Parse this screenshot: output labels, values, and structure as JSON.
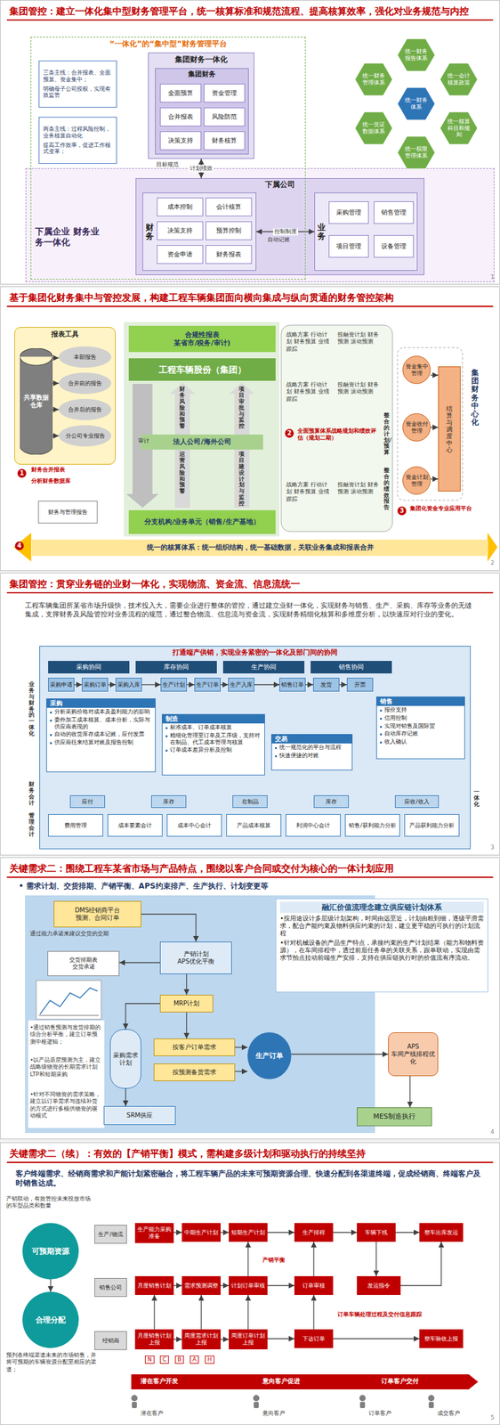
{
  "diagram": {
    "nodes": [
      {
        "text": [
          "集团管控：建立一体化集中型财务管理平台，统一核算标准和规范流程、提高核算效率，强化对业务规范与内控"
        ]
      },
      {
        "text": [
          "“一体化”的“集中型”财务管理平台"
        ],
        "in": 0
      },
      {
        "text": [
          "三条主线：合并报表、全面预算、资金集中；",
          "明确母子公司授权，实现有效监管"
        ],
        "in": 1
      },
      {
        "text": [
          "两条主线：过程风险控制，业务核算自动化",
          "提高工作效率，促进工作模式变革；"
        ],
        "in": 1
      },
      {
        "text": [
          "集团财务一体化"
        ],
        "in": 1
      },
      {
        "text": [
          "集团财务"
        ],
        "in": 4
      },
      {
        "text": [
          "全面预算"
        ],
        "in": 5
      },
      {
        "text": [
          "资金管理"
        ],
        "in": 5
      },
      {
        "text": [
          "合并报表"
        ],
        "in": 5
      },
      {
        "text": [
          "风险防范"
        ],
        "in": 5
      },
      {
        "text": [
          "决策支持"
        ],
        "in": 5
      },
      {
        "text": [
          "财务核算"
        ],
        "in": 5
      },
      {
        "text": [
          "下属企业 财务业务一体化"
        ],
        "in": 0
      },
      {
        "text": [
          "下属公司"
        ],
        "in": 12
      },
      {
        "text": [
          "财务"
        ],
        "in": 13
      },
      {
        "text": [
          "成本控制"
        ],
        "in": 14
      },
      {
        "text": [
          "会计核算"
        ],
        "in": 14
      },
      {
        "text": [
          "决策支持"
        ],
        "in": 14
      },
      {
        "text": [
          "预算控制"
        ],
        "in": 14
      },
      {
        "text": [
          "资金申请"
        ],
        "in": 14
      },
      {
        "text": [
          "财务报表"
        ],
        "in": 14
      },
      {
        "text": [
          "业务"
        ],
        "in": 13
      },
      {
        "text": [
          "采购管理"
        ],
        "in": 21
      },
      {
        "text": [
          "销售管理"
        ],
        "in": 21
      },
      {
        "text": [
          "项目管理"
        ],
        "in": 21
      },
      {
        "text": [
          "设备管理"
        ],
        "in": 21
      },
      {
        "text": [
          "统一财务体系"
        ],
        "in": 0
      },
      {
        "text": [
          "统一财务报告体系"
        ],
        "in": 0
      },
      {
        "text": [
          "统一会计核算政策"
        ],
        "in": 0
      },
      {
        "text": [
          "统一核算科目和规则"
        ],
        "in": 0
      },
      {
        "text": [
          "统一权限管理体系"
        ],
        "in": 0
      },
      {
        "text": [
          "统一凭证数据体系"
        ],
        "in": 0
      },
      {
        "text": [
          "统一财务管理体系"
        ],
        "in": 0
      },
      {
        "text": [
          "基于集团化财务集中与管控发展，构建工程车辆集团面向横向集成与纵向贯通的财务管控架构"
        ]
      },
      {
        "text": [
          "报表工具"
        ],
        "in": 33
      },
      {
        "text": [
          "共享数据仓库"
        ],
        "in": 34
      },
      {
        "text": [
          "本部报告"
        ],
        "in": 34
      },
      {
        "text": [
          "合并前的报告"
        ],
        "in": 34
      },
      {
        "text": [
          "合并后的报告"
        ],
        "in": 34
      },
      {
        "text": [
          "分公司专业报告"
        ],
        "in": 34
      },
      {
        "text": [
          "财务与管理报告"
        ],
        "in": 33
      },
      {
        "text": [
          "合规性报表",
          "某省市/税务/审计)"
        ],
        "in": 33
      },
      {
        "text": [
          "工程车辆股份（集团）"
        ],
        "in": 33
      },
      {
        "text": [
          "法人公司/海外公司"
        ],
        "in": 33
      },
      {
        "text": [
          "分支机构/业务单元（销售/生产基地）"
        ],
        "in": 33
      },
      {
        "text": [
          "资金集中管理"
        ],
        "in": 33
      },
      {
        "text": [
          "结算与调度中心"
        ],
        "in": 33
      },
      {
        "text": [
          "资金收付管理"
        ],
        "in": 33
      },
      {
        "text": [
          "资金计划管理"
        ],
        "in": 33
      },
      {
        "text": [
          "统一的核算体系：统一组织结构，统一基础数据，关联业务集成和报表合并"
        ],
        "in": 33
      },
      {
        "text": [
          "集团管控：贯穿业务链的业财一体化，实现物流、资金流、信息流统一"
        ]
      },
      {
        "text": [
          "打通端产供销，实现业务紧密的一体化及部门间的协同"
        ],
        "in": 50
      },
      {
        "text": [
          "采购协同"
        ],
        "in": 51
      },
      {
        "text": [
          "库存协同"
        ],
        "in": 51
      },
      {
        "text": [
          "生产协同"
        ],
        "in": 51
      },
      {
        "text": [
          "销售协同"
        ],
        "in": 51
      },
      {
        "text": [
          "采购申请"
        ],
        "in": 51
      },
      {
        "text": [
          "采购订单"
        ],
        "in": 51
      },
      {
        "text": [
          "采购入库"
        ],
        "in": 51
      },
      {
        "text": [
          "生产计划"
        ],
        "in": 51
      },
      {
        "text": [
          "生产订单"
        ],
        "in": 51
      },
      {
        "text": [
          "生产入库"
        ],
        "in": 51
      },
      {
        "text": [
          "销售订单"
        ],
        "in": 51
      },
      {
        "text": [
          "发货"
        ],
        "in": 51
      },
      {
        "text": [
          "开票"
        ],
        "in": 51
      },
      {
        "text": [
          "采购",
          "分析采购价格对成本及盈利能力的影响",
          "委外加工成本核算、成本分析，实际与供应商表现的",
          "自动的收货库存成本记账，应付发票",
          "供应商往来结算对账及报告控制"
        ],
        "in": 51
      },
      {
        "text": [
          "制造",
          "标准成本、订单成本核算",
          "精细化管理至订单及工序级，支持对在制品、代工成本管理与核算",
          "订单成本差异分析及控制"
        ],
        "in": 51
      },
      {
        "text": [
          "交易",
          "统一规范化的平台与流程",
          "快速便捷的对账"
        ],
        "in": 51
      },
      {
        "text": [
          "销售",
          "报价支持",
          "信用控制",
          "实现对销售及国际贸",
          "自动库存记账",
          "收入确认"
        ],
        "in": 51
      },
      {
        "text": [
          "应付"
        ],
        "in": 51
      },
      {
        "text": [
          "库存"
        ],
        "in": 51
      },
      {
        "text": [
          "在制品"
        ],
        "in": 51
      },
      {
        "text": [
          "库存"
        ],
        "in": 51
      },
      {
        "text": [
          "应收/收入"
        ],
        "in": 51
      },
      {
        "text": [
          "费用管理"
        ],
        "in": 51
      },
      {
        "text": [
          "成本要素会计"
        ],
        "in": 51
      },
      {
        "text": [
          "成本中心会计"
        ],
        "in": 51
      },
      {
        "text": [
          "产品成本核算"
        ],
        "in": 51
      },
      {
        "text": [
          "利润中心会计"
        ],
        "in": 51
      },
      {
        "text": [
          "销售/获利能力分析"
        ],
        "in": 51
      },
      {
        "text": [
          "产品获利能力分析"
        ],
        "in": 51
      },
      {
        "text": [
          "关键需求二：围绕工程车某省市场与产品特点，围绕以客户合同或交付为核心的一体计划应用"
        ]
      },
      {
        "text": [
          "融汇价值流理念建立供应链计划体系",
          "•按用途设计多层级计划架构，时间由远至近，计划由粗到细，逐级平滑需求，配合产能约束及物料供应约束的计划，建立更平稳的可执行的计划流程",
          "•针对机械设备的产品生产特点，承接约束的生产计划结果（能力和物料资源），在车间排程中，透过前后任务单的关联关系，跟单联动，实现由需求节拍点拉动前端生产安排，支持在供应链执行时的价值流有序流动。"
        ],
        "in": 81
      },
      {
        "text": [
          "DMS经销商平台",
          "预测、合同订单"
        ],
        "in": 81
      },
      {
        "text": [
          "交货排期表",
          "交货承诺"
        ],
        "in": 81
      },
      {
        "text": [
          "产销计划",
          "APS优化平衡"
        ],
        "in": 81
      },
      {
        "text": [
          "MRP计划"
        ],
        "in": 81
      },
      {
        "text": [
          "采购需求计划"
        ],
        "in": 81
      },
      {
        "text": [
          "按客户订单需求"
        ],
        "in": 81
      },
      {
        "text": [
          "按预测备货需求"
        ],
        "in": 81
      },
      {
        "text": [
          "生产订单"
        ],
        "in": 81
      },
      {
        "text": [
          "APS",
          "车间产线排程优化"
        ],
        "in": 81
      },
      {
        "text": [
          "MES制造执行"
        ],
        "in": 81
      },
      {
        "text": [
          "SRM供应"
        ],
        "in": 81
      },
      {
        "text": [
          "关键需求二（续）：有效的【产销平衡】模式，需构建多级计划和驱动执行的持续坚持"
        ]
      },
      {
        "text": [
          "可预期资源"
        ],
        "in": 94
      },
      {
        "text": [
          "合理分配"
        ],
        "in": 94
      },
      {
        "text": [
          "生产/物流"
        ],
        "in": 94
      },
      {
        "text": [
          "销售公司"
        ],
        "in": 94
      },
      {
        "text": [
          "经销商"
        ],
        "in": 94
      },
      {
        "text": [
          "生产能力采购准备"
        ],
        "in": 94
      },
      {
        "text": [
          "中期生产计划"
        ],
        "in": 94
      },
      {
        "text": [
          "短期生产计划"
        ],
        "in": 94
      },
      {
        "text": [
          "生产排程"
        ],
        "in": 94
      },
      {
        "text": [
          "车辆下线"
        ],
        "in": 94
      },
      {
        "text": [
          "整车出库发运"
        ],
        "in": 94
      },
      {
        "text": [
          "月度销售计划"
        ],
        "in": 94
      },
      {
        "text": [
          "需求预测调整"
        ],
        "in": 94
      },
      {
        "text": [
          "计划订单审核"
        ],
        "in": 94
      },
      {
        "text": [
          "订单审核"
        ],
        "in": 94
      },
      {
        "text": [
          "发运指令"
        ],
        "in": 94
      },
      {
        "text": [
          "月度销售计划上报"
        ],
        "in": 94
      },
      {
        "text": [
          "周度需求计划上报"
        ],
        "in": 94
      },
      {
        "text": [
          "周度订单计划上报"
        ],
        "in": 94
      },
      {
        "text": [
          "下达订单"
        ],
        "in": 94
      },
      {
        "text": [
          "整车验收上报"
        ],
        "in": 94
      }
    ],
    "edges": [
      {
        "from": 4,
        "to": 13,
        "arrow": "both",
        "label": "计划绩效"
      },
      {
        "from": 14,
        "to": 21,
        "arrow": "both",
        "label": "控制制度"
      },
      {
        "from": 35,
        "to": 36,
        "arrow": "to"
      },
      {
        "from": 35,
        "to": 37,
        "arrow": "to"
      },
      {
        "from": 35,
        "to": 38,
        "arrow": "to"
      },
      {
        "from": 35,
        "to": 39,
        "arrow": "to"
      },
      {
        "from": 45,
        "to": 46,
        "arrow": "to"
      },
      {
        "from": 47,
        "to": 46,
        "arrow": "to"
      },
      {
        "from": 48,
        "to": 46,
        "arrow": "to"
      },
      {
        "from": 56,
        "to": 57,
        "arrow": "to"
      },
      {
        "from": 57,
        "to": 58,
        "arrow": "to"
      },
      {
        "from": 58,
        "to": 59,
        "arrow": "to"
      },
      {
        "from": 59,
        "to": 60,
        "arrow": "to"
      },
      {
        "from": 60,
        "to": 61,
        "arrow": "to"
      },
      {
        "from": 61,
        "to": 62,
        "arrow": "to"
      },
      {
        "from": 62,
        "to": 63,
        "arrow": "to"
      },
      {
        "from": 63,
        "to": 64,
        "arrow": "to"
      },
      {
        "from": 83,
        "to": 85,
        "arrow": "to"
      },
      {
        "from": 85,
        "to": 84,
        "arrow": "to"
      },
      {
        "from": 85,
        "to": 86,
        "arrow": "to"
      },
      {
        "from": 86,
        "to": 88,
        "arrow": "to"
      },
      {
        "from": 86,
        "to": 87,
        "arrow": "to"
      },
      {
        "from": 88,
        "to": 90,
        "arrow": "to"
      },
      {
        "from": 89,
        "to": 90,
        "arrow": "to"
      },
      {
        "from": 87,
        "to": 93,
        "arrow": "to"
      },
      {
        "from": 90,
        "to": 91,
        "arrow": "to"
      },
      {
        "from": 91,
        "to": 92,
        "arrow": "to"
      },
      {
        "from": 95,
        "to": 96,
        "arrow": "to"
      },
      {
        "from": 100,
        "to": 101,
        "arrow": "to"
      },
      {
        "from": 101,
        "to": 102,
        "arrow": "to"
      },
      {
        "from": 102,
        "to": 103,
        "arrow": "to"
      },
      {
        "from": 103,
        "to": 104,
        "arrow": "to"
      },
      {
        "from": 104,
        "to": 105,
        "arrow": "to"
      },
      {
        "from": 106,
        "to": 107,
        "arrow": "to"
      },
      {
        "from": 107,
        "to": 108,
        "arrow": "to"
      },
      {
        "from": 108,
        "to": 109,
        "arrow": "to"
      },
      {
        "from": 111,
        "to": 112,
        "arrow": "to"
      },
      {
        "from": 112,
        "to": 113,
        "arrow": "to"
      },
      {
        "from": 113,
        "to": 114,
        "arrow": "to"
      },
      {
        "from": 114,
        "to": 115,
        "arrow": "to"
      },
      {
        "from": 111,
        "to": 106,
        "arrow": "to"
      },
      {
        "from": 112,
        "to": 107,
        "arrow": "to"
      },
      {
        "from": 113,
        "to": 108,
        "arrow": "to"
      },
      {
        "from": 114,
        "to": 109,
        "arrow": "to"
      },
      {
        "from": 108,
        "to": 102,
        "arrow": "to"
      },
      {
        "from": 109,
        "to": 103,
        "arrow": "to"
      },
      {
        "from": 104,
        "to": 110,
        "arrow": "to"
      },
      {
        "from": 110,
        "to": 105,
        "arrow": "to"
      }
    ],
    "labels": [
      "1",
      "目标规范",
      "自动记账",
      "1",
      "财务合并报表",
      "分析财务数据库",
      "审计",
      "财务风险和预警",
      "项目审批与监控",
      "运营风险和预警",
      "项目建设计划与监控",
      "战略方案 行动计划 财务预算 业绩跟踪",
      "投融资计划 财务预测 滚动预测",
      "战略方案 行动计划 财务预算 业绩跟踪",
      "投融资计划 财务预测 滚动预测",
      "战略方案 行动计划 财务预算 业绩跟踪",
      "投融资计划 财务预测 滚动预测",
      "整合的计划/预算",
      "整合的绩效报告",
      "2",
      "全面预算体系战略规划和绩效评估（规划二期）",
      "3",
      "集团化资金专业应用平台",
      "集团财务中心化",
      "4",
      "2",
      "工程车辆集团所某省市场升级快，技术投入大，需要企业进行整体的管控，通过建立业财一体化，实现财务与销售、生产、采购、库存等业务的无缝集成，支撑财务及风险管控对业务流程的规范，通过整合物流、信息流与资金流，实现财务精细化核算和多维度分析，以快速应对行业的变化。",
      "业务与财务的一体化",
      "财务会计",
      "管理会计",
      "一体化",
      "3",
      "• 需求计划、交货排期、产销平衡、APS约束排产、生产执行、计划变更等",
      "通过能力承诺来建议交货的交期",
      "•通过销售预测与发货排期的综合分析平衡，建立订单预测中枢逻辑；",
      "•以产品质层预测为主，建立战略级物资的长期需求计划LTP和短期采购",
      "•针对不同物资的需求策略，建立以订单需求与连续补货的方式进行多模供物资的驱动模式",
      "4",
      "客户终端需求、经销商需求和产能计划紧密融合，将工程车辆产品的未来可预期资源合理、快速分配到各渠道终端，促成经销商、终端客户及时销售达成。",
      "产销联动，有效管控未来投放市场的车型品类和数量",
      "预判各终端渠道未来的市场销售，并将可预期的车辆资源分配至相应的渠道；",
      "产销平衡",
      "订单车辆处理过程及交付信息跟踪",
      "N",
      "C",
      "B",
      "A",
      "H",
      "潜在客户开发",
      "意向客户促进",
      "订单客户交付",
      "潜在客户",
      "意向客户",
      "订单客户",
      "成交客户",
      "5"
    ]
  }
}
